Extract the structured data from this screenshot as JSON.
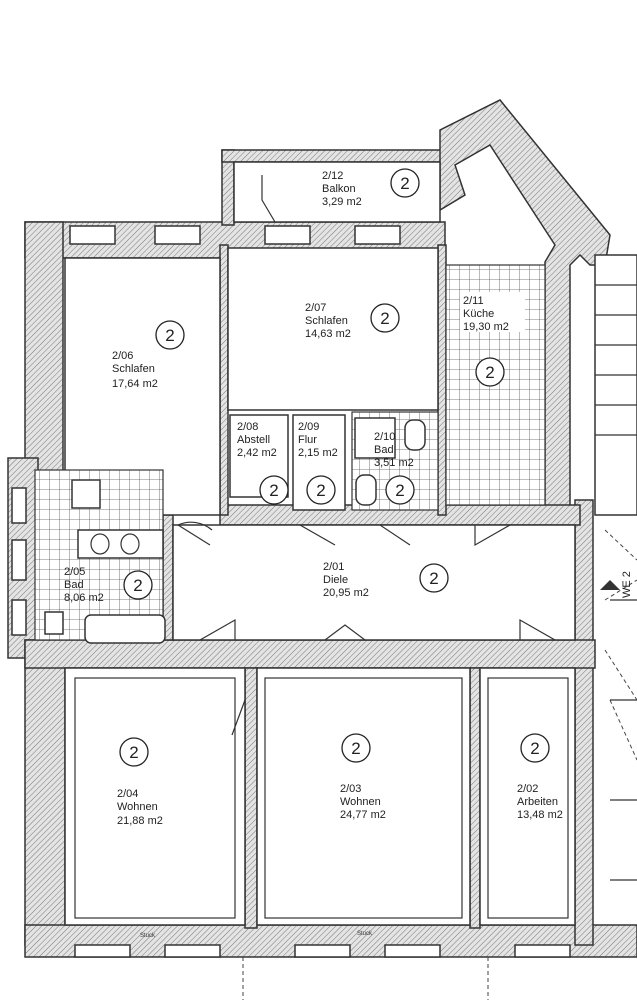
{
  "rooms": [
    {
      "number": "2/12",
      "name": "Balkon",
      "area": "3,29 m2",
      "unit": "2"
    },
    {
      "number": "2/07",
      "name": "Schlafen",
      "area": "14,63 m2",
      "unit": "2"
    },
    {
      "number": "2/11",
      "name": "Küche",
      "area": "19,30 m2",
      "unit": "2"
    },
    {
      "number": "2/06",
      "name": "Schlafen",
      "area": "17,64 m2",
      "unit": "2"
    },
    {
      "number": "2/08",
      "name": "Abstell",
      "area": "2,42 m2",
      "unit": "2"
    },
    {
      "number": "2/09",
      "name": "Flur",
      "area": "2,15 m2",
      "unit": "2"
    },
    {
      "number": "2/10",
      "name": "Bad",
      "area": "3,51 m2",
      "unit": "2"
    },
    {
      "number": "2/05",
      "name": "Bad",
      "area": "8,06 m2",
      "unit": "2"
    },
    {
      "number": "2/01",
      "name": "Diele",
      "area": "20,95 m2",
      "unit": "2"
    },
    {
      "number": "2/04",
      "name": "Wohnen",
      "area": "21,88 m2",
      "unit": "2"
    },
    {
      "number": "2/03",
      "name": "Wohnen",
      "area": "24,77 m2",
      "unit": "2"
    },
    {
      "number": "2/02",
      "name": "Arbeiten",
      "area": "13,48 m2",
      "unit": "2"
    }
  ],
  "entrance_label": "WE 2",
  "stuck_label": "Stuck"
}
